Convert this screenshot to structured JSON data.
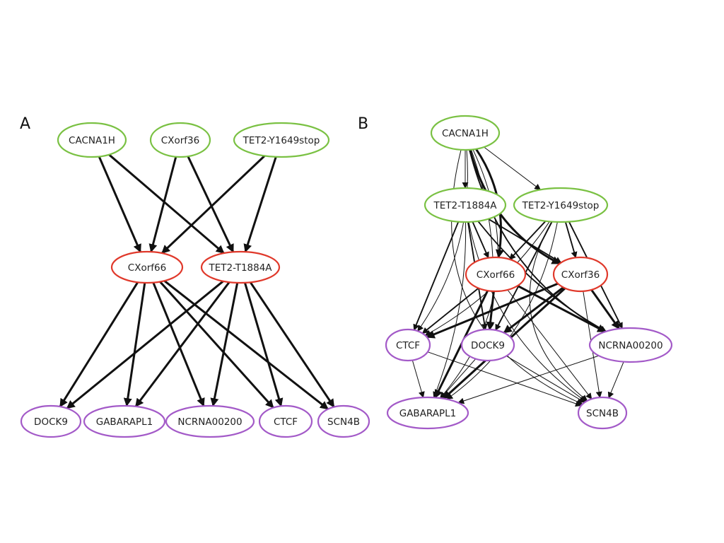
{
  "colors": {
    "green": "#7ac143",
    "red": "#e0392b",
    "purple": "#a35ac8",
    "edge": "#111111"
  },
  "panels": [
    {
      "label": "A",
      "nodes": [
        {
          "id": "CACNA1H",
          "label": "CACNA1H",
          "color": "green"
        },
        {
          "id": "CXorf36",
          "label": "CXorf36",
          "color": "green"
        },
        {
          "id": "TET2-Y1649stop",
          "label": "TET2-Y1649stop",
          "color": "green"
        },
        {
          "id": "CXorf66",
          "label": "CXorf66",
          "color": "red"
        },
        {
          "id": "TET2-T1884A",
          "label": "TET2-T1884A",
          "color": "red"
        },
        {
          "id": "DOCK9",
          "label": "DOCK9",
          "color": "purple"
        },
        {
          "id": "GABARAPL1",
          "label": "GABARAPL1",
          "color": "purple"
        },
        {
          "id": "NCRNA00200",
          "label": "NCRNA00200",
          "color": "purple"
        },
        {
          "id": "CTCF",
          "label": "CTCF",
          "color": "purple"
        },
        {
          "id": "SCN4B",
          "label": "SCN4B",
          "color": "purple"
        }
      ],
      "edges": [
        {
          "from": "CACNA1H",
          "to": "CXorf66"
        },
        {
          "from": "CACNA1H",
          "to": "TET2-T1884A"
        },
        {
          "from": "CXorf36",
          "to": "CXorf66"
        },
        {
          "from": "CXorf36",
          "to": "TET2-T1884A"
        },
        {
          "from": "TET2-Y1649stop",
          "to": "CXorf66"
        },
        {
          "from": "TET2-Y1649stop",
          "to": "TET2-T1884A"
        },
        {
          "from": "CXorf66",
          "to": "DOCK9"
        },
        {
          "from": "CXorf66",
          "to": "GABARAPL1"
        },
        {
          "from": "CXorf66",
          "to": "NCRNA00200"
        },
        {
          "from": "CXorf66",
          "to": "CTCF"
        },
        {
          "from": "CXorf66",
          "to": "SCN4B"
        },
        {
          "from": "TET2-T1884A",
          "to": "DOCK9"
        },
        {
          "from": "TET2-T1884A",
          "to": "GABARAPL1"
        },
        {
          "from": "TET2-T1884A",
          "to": "NCRNA00200"
        },
        {
          "from": "TET2-T1884A",
          "to": "CTCF"
        },
        {
          "from": "TET2-T1884A",
          "to": "SCN4B"
        }
      ]
    },
    {
      "label": "B",
      "nodes": [
        {
          "id": "CACNA1H",
          "label": "CACNA1H",
          "color": "green"
        },
        {
          "id": "TET2-T1884A",
          "label": "TET2-T1884A",
          "color": "green"
        },
        {
          "id": "TET2-Y1649stop",
          "label": "TET2-Y1649stop",
          "color": "green"
        },
        {
          "id": "CXorf66",
          "label": "CXorf66",
          "color": "red"
        },
        {
          "id": "CXorf36",
          "label": "CXorf36",
          "color": "red"
        },
        {
          "id": "CTCF",
          "label": "CTCF",
          "color": "purple"
        },
        {
          "id": "DOCK9",
          "label": "DOCK9",
          "color": "purple"
        },
        {
          "id": "NCRNA00200",
          "label": "NCRNA00200",
          "color": "purple"
        },
        {
          "id": "GABARAPL1",
          "label": "GABARAPL1",
          "color": "purple"
        },
        {
          "id": "SCN4B",
          "label": "SCN4B",
          "color": "purple"
        }
      ],
      "edges": [
        {
          "from": "CACNA1H",
          "to": "TET2-T1884A",
          "weight": 1
        },
        {
          "from": "CACNA1H",
          "to": "TET2-Y1649stop",
          "weight": 1
        },
        {
          "from": "CACNA1H",
          "to": "CXorf66",
          "weight": 3
        },
        {
          "from": "CACNA1H",
          "to": "CXorf36",
          "weight": 3
        },
        {
          "from": "CACNA1H",
          "to": "CTCF",
          "weight": 1
        },
        {
          "from": "CACNA1H",
          "to": "DOCK9",
          "weight": 1
        },
        {
          "from": "CACNA1H",
          "to": "NCRNA00200",
          "weight": 2
        },
        {
          "from": "CACNA1H",
          "to": "GABARAPL1",
          "weight": 1
        },
        {
          "from": "CACNA1H",
          "to": "SCN4B",
          "weight": 1
        },
        {
          "from": "TET2-T1884A",
          "to": "CXorf66",
          "weight": 2
        },
        {
          "from": "TET2-T1884A",
          "to": "CXorf36",
          "weight": 2
        },
        {
          "from": "TET2-T1884A",
          "to": "CTCF",
          "weight": 2
        },
        {
          "from": "TET2-T1884A",
          "to": "DOCK9",
          "weight": 2
        },
        {
          "from": "TET2-T1884A",
          "to": "NCRNA00200",
          "weight": 2
        },
        {
          "from": "TET2-T1884A",
          "to": "GABARAPL1",
          "weight": 1
        },
        {
          "from": "TET2-T1884A",
          "to": "SCN4B",
          "weight": 1
        },
        {
          "from": "TET2-Y1649stop",
          "to": "CXorf66",
          "weight": 2
        },
        {
          "from": "TET2-Y1649stop",
          "to": "CXorf36",
          "weight": 2
        },
        {
          "from": "TET2-Y1649stop",
          "to": "CTCF",
          "weight": 1
        },
        {
          "from": "TET2-Y1649stop",
          "to": "DOCK9",
          "weight": 2
        },
        {
          "from": "TET2-Y1649stop",
          "to": "NCRNA00200",
          "weight": 2
        },
        {
          "from": "TET2-Y1649stop",
          "to": "GABARAPL1",
          "weight": 1
        },
        {
          "from": "TET2-Y1649stop",
          "to": "SCN4B",
          "weight": 1
        },
        {
          "from": "CXorf66",
          "to": "CTCF",
          "weight": 2
        },
        {
          "from": "CXorf66",
          "to": "DOCK9",
          "weight": 3
        },
        {
          "from": "CXorf66",
          "to": "NCRNA00200",
          "weight": 3
        },
        {
          "from": "CXorf66",
          "to": "GABARAPL1",
          "weight": 3
        },
        {
          "from": "CXorf66",
          "to": "SCN4B",
          "weight": 1
        },
        {
          "from": "CXorf36",
          "to": "CTCF",
          "weight": 3
        },
        {
          "from": "CXorf36",
          "to": "DOCK9",
          "weight": 3
        },
        {
          "from": "CXorf36",
          "to": "NCRNA00200",
          "weight": 3
        },
        {
          "from": "CXorf36",
          "to": "GABARAPL1",
          "weight": 3
        },
        {
          "from": "CXorf36",
          "to": "SCN4B",
          "weight": 1
        },
        {
          "from": "CTCF",
          "to": "GABARAPL1",
          "weight": 1
        },
        {
          "from": "CTCF",
          "to": "SCN4B",
          "weight": 1
        },
        {
          "from": "DOCK9",
          "to": "GABARAPL1",
          "weight": 1
        },
        {
          "from": "DOCK9",
          "to": "SCN4B",
          "weight": 1
        },
        {
          "from": "NCRNA00200",
          "to": "GABARAPL1",
          "weight": 1
        },
        {
          "from": "NCRNA00200",
          "to": "SCN4B",
          "weight": 1
        }
      ]
    }
  ]
}
